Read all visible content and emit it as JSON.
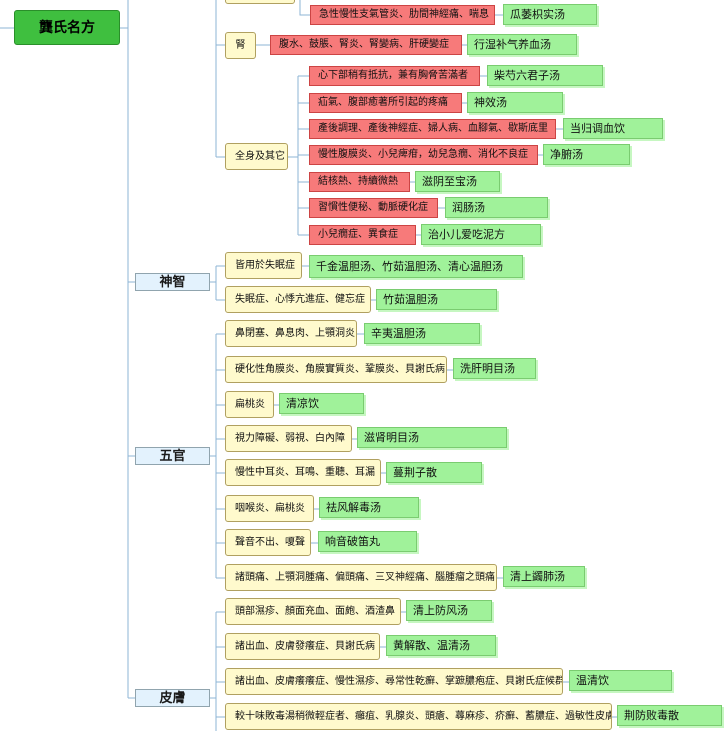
{
  "root": {
    "label": "龔氏名方"
  },
  "categories": [
    {
      "id": "shenzhi",
      "label": "神智"
    },
    {
      "id": "wuguan",
      "label": "五官"
    },
    {
      "id": "pifu",
      "label": "皮膚"
    }
  ],
  "symptoms": [
    {
      "id": "shen",
      "label": "腎"
    },
    {
      "id": "quanshen",
      "label": "全身及其它"
    },
    {
      "id": "s1",
      "label": "皆用於失眠症"
    },
    {
      "id": "s2",
      "label": "失眠症、心悸亢進症、健忘症"
    },
    {
      "id": "w1",
      "label": "鼻閉塞、鼻息肉、上顎洞炎"
    },
    {
      "id": "w2",
      "label": "硬化性角膜炎、角膜實質炎、鞏膜炎、貝謝氏病"
    },
    {
      "id": "w3",
      "label": "扁桃炎"
    },
    {
      "id": "w4",
      "label": "視力障礙、弱視、白內障"
    },
    {
      "id": "w5",
      "label": "慢性中耳炎、耳鳴、重聽、耳漏"
    },
    {
      "id": "w6",
      "label": "咽喉炎、扁桃炎"
    },
    {
      "id": "w7",
      "label": "聲音不出、嗄聲"
    },
    {
      "id": "w8",
      "label": "諸頭痛、上顎洞腫痛、偏頭痛、三叉神經痛、腦腫瘤之頭痛"
    },
    {
      "id": "p1",
      "label": "頭部濕疹、顏面充血、面皰、酒渣鼻"
    },
    {
      "id": "p2",
      "label": "諸出血、皮膚發癢症、貝謝氏病"
    },
    {
      "id": "p3",
      "label": "諸出血、皮膚癢癢症、慢性濕疹、尋常性乾癬、掌蹠膿疱症、貝謝氏症候群"
    },
    {
      "id": "p4",
      "label": "較十味敗毒湯稍微輕症者、癰疽、乳腺炎、頭瘡、蕁麻疹、疥癬、蓄膿症、過敏性皮膚"
    }
  ],
  "diseases": [
    {
      "id": "d0",
      "label": "急性慢性支氣管炎、肋間神經痛、喘息"
    },
    {
      "id": "d1",
      "label": "腹水、鼓脹、腎炎、腎變病、肝硬變症"
    },
    {
      "id": "d2",
      "label": "心下部稍有抵抗，兼有胸脅苦滿者"
    },
    {
      "id": "d3",
      "label": "疝氣、腹部癒著所引起的疼痛"
    },
    {
      "id": "d4",
      "label": "產後調理、產後神經症、婦人病、血腳氣、歇斯底里"
    },
    {
      "id": "d5",
      "label": "慢性腹膜炎、小兒痺疳，幼兒急癇、消化不良症"
    },
    {
      "id": "d6",
      "label": "結核熱、持續微熱"
    },
    {
      "id": "d7",
      "label": "習慣性便秘、動脈硬化症"
    },
    {
      "id": "d8",
      "label": "小兒癇症、異食症"
    }
  ],
  "remedies": [
    {
      "id": "r0",
      "label": "瓜萎枳实汤"
    },
    {
      "id": "r1",
      "label": "行湿补气养血汤"
    },
    {
      "id": "r2",
      "label": "柴芍六君子汤"
    },
    {
      "id": "r3",
      "label": "神效汤"
    },
    {
      "id": "r4",
      "label": "当归调血饮"
    },
    {
      "id": "r5",
      "label": "净腑汤"
    },
    {
      "id": "r6",
      "label": "滋阴至宝汤"
    },
    {
      "id": "r7",
      "label": "润肠汤"
    },
    {
      "id": "r8",
      "label": "治小儿爱吃泥方"
    },
    {
      "id": "r9",
      "label": "千金温胆汤、竹茹温胆汤、清心温胆汤"
    },
    {
      "id": "r10",
      "label": "竹茹温胆汤"
    },
    {
      "id": "r11",
      "label": "辛夷温胆汤"
    },
    {
      "id": "r12",
      "label": "洗肝明目汤"
    },
    {
      "id": "r13",
      "label": "清凉饮"
    },
    {
      "id": "r14",
      "label": "滋肾明目汤"
    },
    {
      "id": "r15",
      "label": "蔓荆子散"
    },
    {
      "id": "r16",
      "label": "祛风解毒汤"
    },
    {
      "id": "r17",
      "label": "响音破笛丸"
    },
    {
      "id": "r18",
      "label": "清上蠲肺汤"
    },
    {
      "id": "r19",
      "label": "清上防风汤"
    },
    {
      "id": "r20",
      "label": "黄解散、温清汤"
    },
    {
      "id": "r21",
      "label": "温清饮"
    },
    {
      "id": "r22",
      "label": "荆防败毒散"
    }
  ]
}
